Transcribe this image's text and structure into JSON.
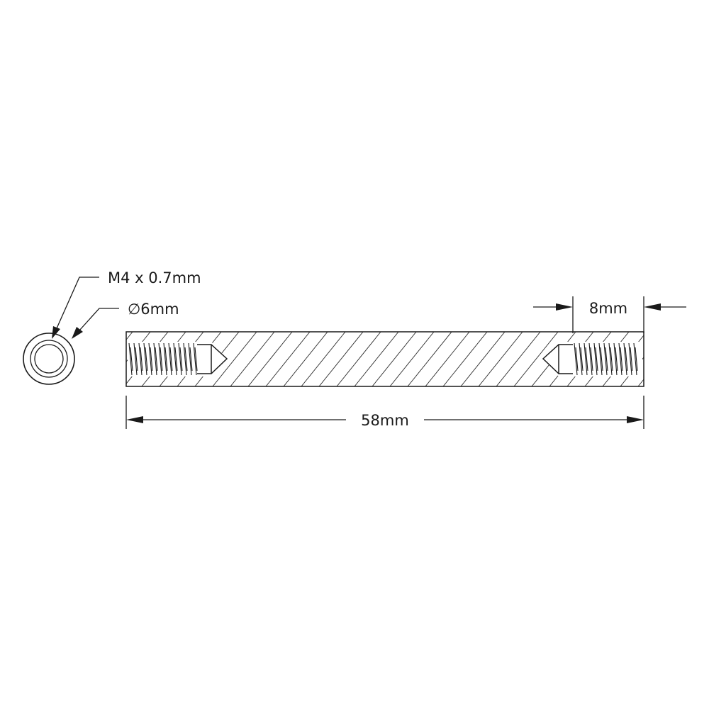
{
  "drawing": {
    "labels": {
      "thread_spec": "M4 x 0.7mm",
      "outer_diameter": "∅6mm",
      "thread_depth": "8mm",
      "overall_length": "58mm"
    }
  }
}
